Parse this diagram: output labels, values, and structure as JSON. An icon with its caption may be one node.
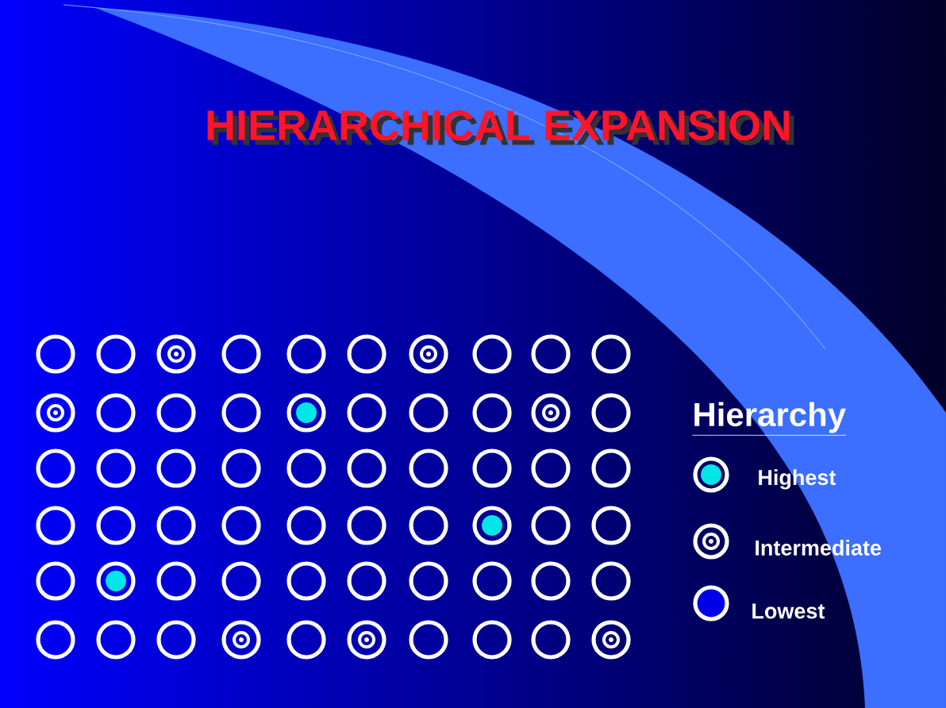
{
  "diagram": {
    "title": "HIERARCHICAL EXPANSION",
    "labels": [
      "Hierarchy"
    ],
    "legend": [
      {
        "text": "Highest"
      },
      {
        "text": "Intermediate"
      },
      {
        "text": "Lowest"
      }
    ]
  }
}
